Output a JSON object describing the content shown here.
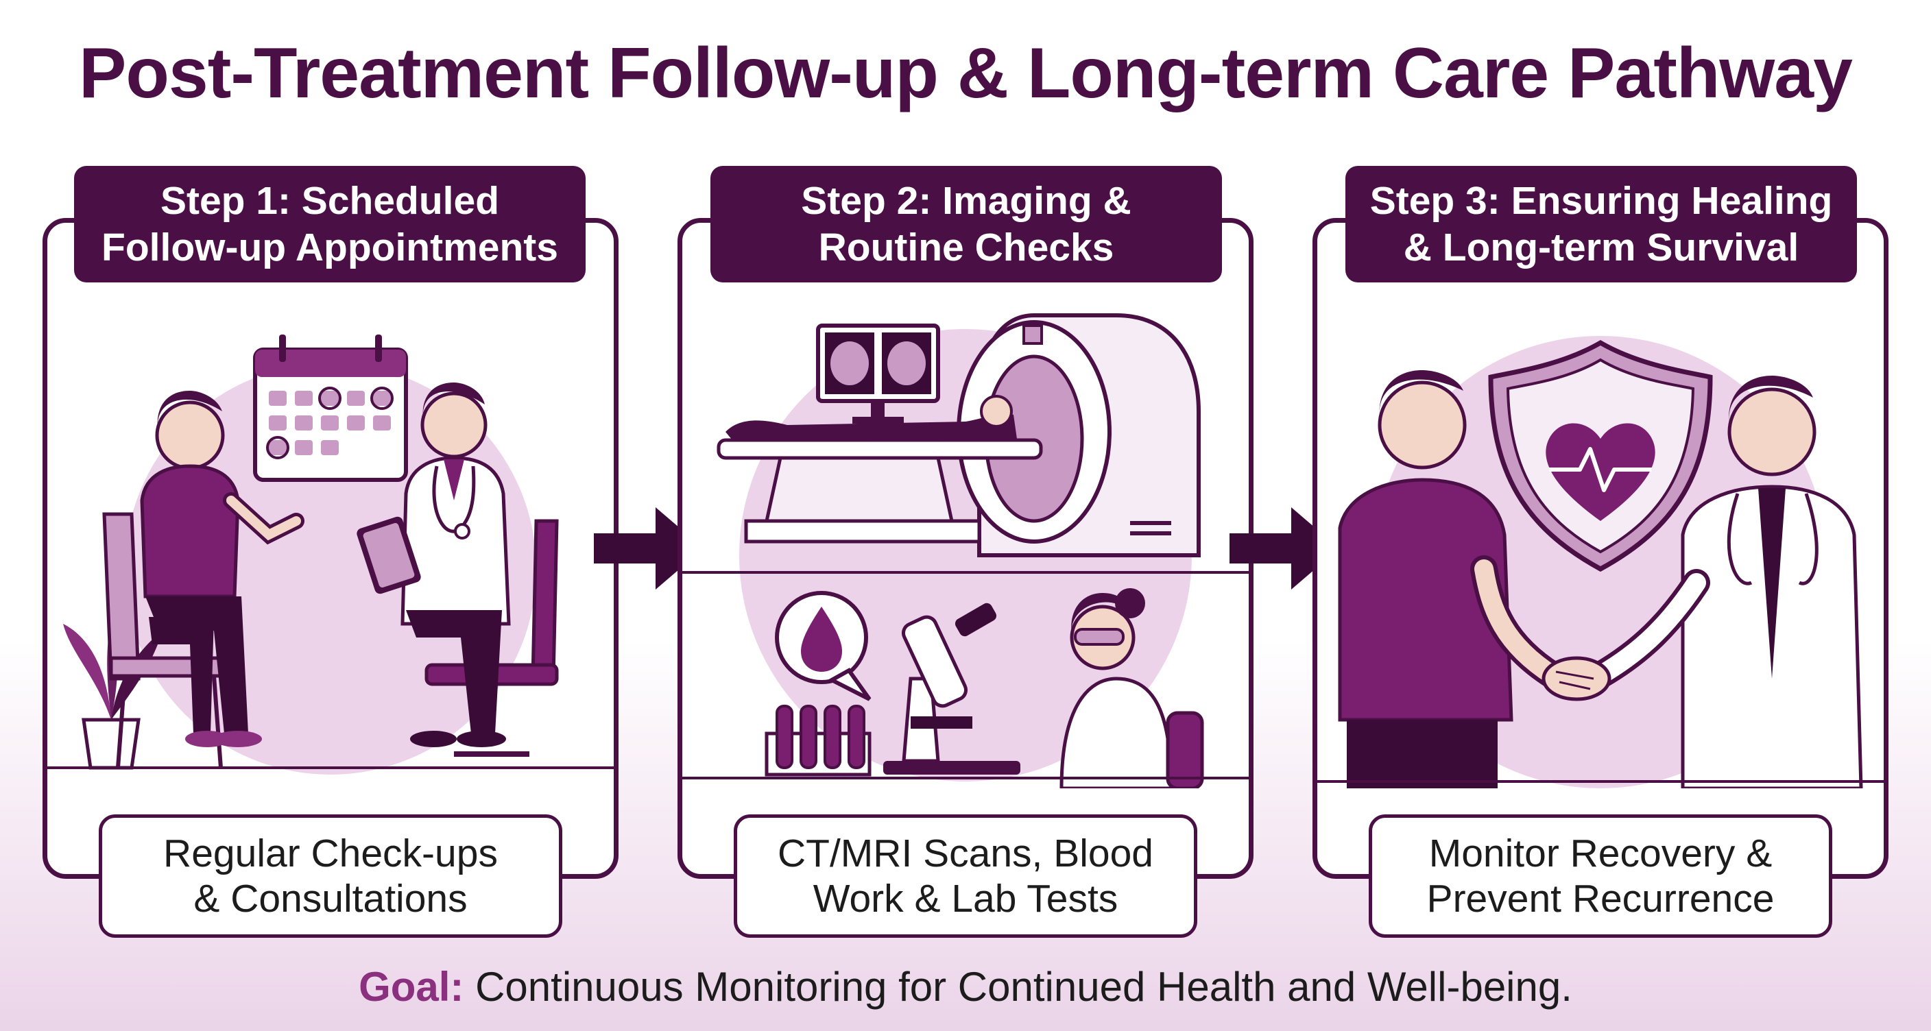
{
  "title": "Post-Treatment Follow-up & Long-term Care Pathway",
  "steps": [
    {
      "header_line1": "Step 1: Scheduled",
      "header_line2": "Follow-up Appointments",
      "caption_line1": "Regular Check-ups",
      "caption_line2": "& Consultations"
    },
    {
      "header_line1": "Step 2: Imaging &",
      "header_line2": "Routine Checks",
      "caption_line1": "CT/MRI Scans, Blood",
      "caption_line2": "Work & Lab Tests"
    },
    {
      "header_line1": "Step 3: Ensuring Healing",
      "header_line2": "& Long-term Survival",
      "caption_line1": "Monitor Recovery &",
      "caption_line2": "Prevent Recurrence"
    }
  ],
  "goal": {
    "label": "Goal:",
    "text": "Continuous Monitoring for Continued Health and Well-being."
  },
  "colors": {
    "primary": "#4a0f45",
    "accent": "#8b2f7f",
    "light": "#ecd3ea",
    "caption_text": "#1c1c1c"
  },
  "icons": [
    "calendar-icon",
    "tablet-icon",
    "stethoscope-icon",
    "plant-icon",
    "brain-scan-monitor-icon",
    "mri-scanner-icon",
    "blood-drop-icon",
    "microscope-icon",
    "test-tubes-icon",
    "shield-heart-icon",
    "handshake-icon",
    "arrow-right-icon"
  ]
}
